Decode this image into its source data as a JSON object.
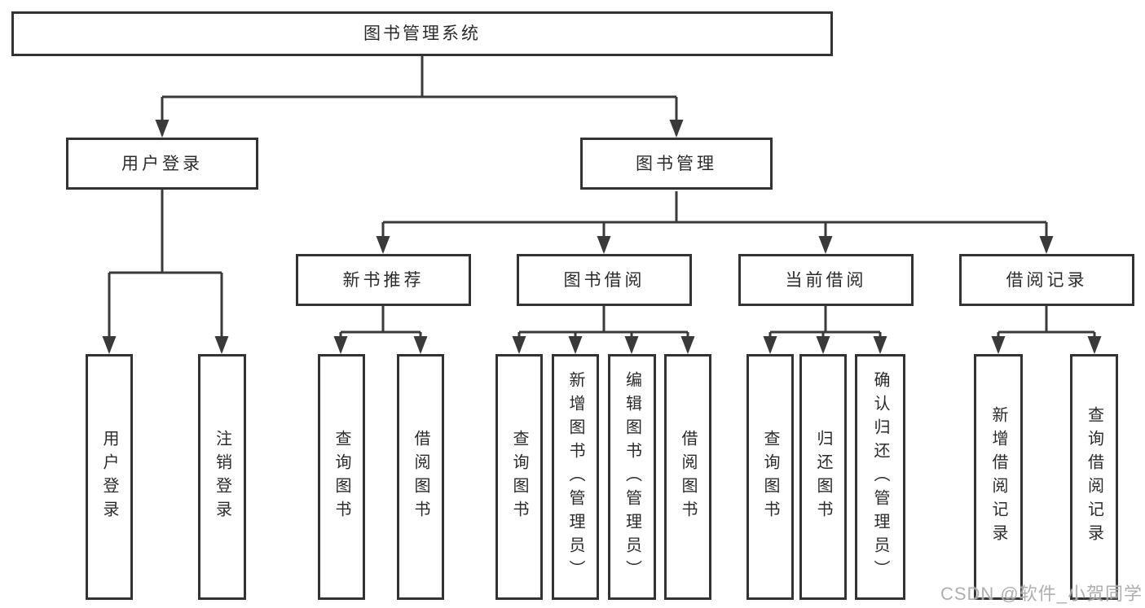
{
  "title": {
    "label": "图书管理系统"
  },
  "level2": [
    {
      "label": "用户登录",
      "children": [
        "用户登录",
        "注销登录"
      ]
    },
    {
      "label": "图书管理"
    }
  ],
  "modules": [
    {
      "label": "新书推荐",
      "children": [
        "查询图书",
        "借阅图书"
      ]
    },
    {
      "label": "图书借阅",
      "children": [
        "查询图书",
        "新增图书（管理员）",
        "编辑图书（管理员）",
        "借阅图书"
      ]
    },
    {
      "label": "当前借阅",
      "children": [
        "查询图书",
        "归还图书",
        "确认归还（管理员）"
      ]
    },
    {
      "label": "借阅记录",
      "children": [
        "新增借阅记录",
        "查询借阅记录"
      ]
    }
  ],
  "watermark": "CSDN @软件_小贺同学",
  "colors": {
    "line": "#3a3a3a",
    "box_border": "#333333",
    "box_fill": "#ffffff",
    "text": "#2b2b2b",
    "watermark": "#a8a8a8",
    "background": "#ffffff"
  }
}
